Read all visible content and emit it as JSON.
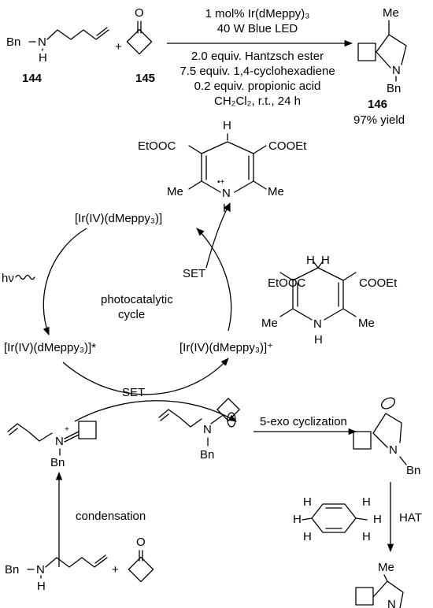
{
  "reaction": {
    "conditions": [
      "1 mol% Ir(dMeppy)₃",
      "40 W Blue LED",
      "2.0 equiv. Hantzsch ester",
      "7.5 equiv. 1,4-cyclohexadiene",
      "0.2 equiv. propionic acid",
      "CH₂Cl₂, r.t., 24 h"
    ],
    "reactant_amine_label": "144",
    "reactant_ketone_label": "145",
    "product_label": "146",
    "yield": "97% yield",
    "plus": "+"
  },
  "atoms": {
    "bn": "Bn",
    "n": "N",
    "h": "H",
    "o": "O",
    "me": "Me",
    "nh": "NH",
    "ester": "EtOOC",
    "ester_right": "COOEt",
    "plus_charge": "+",
    "radical_cation": "•+"
  },
  "cycle": {
    "ir_top": "[Ir(IV)(dMeppy₃)]",
    "ir_excited": "[Ir(IV)(dMeppy₃)]*",
    "ir_oxidized": "[Ir(IV)(dMeppy₃)]⁺",
    "hv": "hν",
    "center_line1": "photocatalytic",
    "center_line2": "cycle",
    "set_top": "SET",
    "set_bottom": "SET"
  },
  "steps": {
    "cyclization": "5-exo cyclization",
    "hat": "HAT",
    "condensation": "condensation"
  }
}
